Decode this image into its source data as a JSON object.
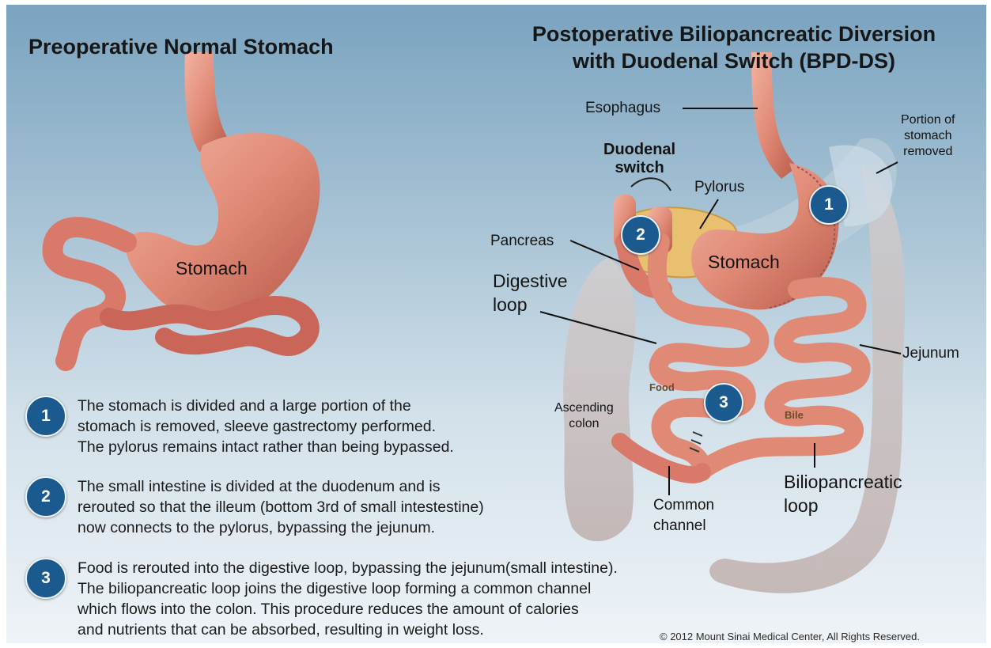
{
  "titles": {
    "left": "Preoperative Normal Stomach",
    "right_line1": "Postoperative Biliopancreatic Diversion",
    "right_line2": "with Duodenal Switch (BPD-DS)"
  },
  "labels": {
    "stomach_left": "Stomach",
    "esophagus": "Esophagus",
    "portion_removed": [
      "Portion of",
      "stomach",
      "removed"
    ],
    "duodenal_switch": [
      "Duodenal",
      "switch"
    ],
    "pylorus": "Pylorus",
    "pancreas": "Pancreas",
    "stomach_right": "Stomach",
    "digestive_loop": [
      "Digestive",
      "loop"
    ],
    "jejunum": "Jejunum",
    "food": "Food",
    "bile": "Bile",
    "ascending_colon": [
      "Ascending",
      "colon"
    ],
    "biliopancreatic_loop": [
      "Biliopancreatic",
      "loop"
    ],
    "common_channel": [
      "Common",
      "channel"
    ]
  },
  "badges": {
    "one": "1",
    "two": "2",
    "three": "3"
  },
  "steps": [
    {
      "number": "1",
      "lines": [
        "The stomach is divided and a large portion of the",
        "stomach is removed, sleeve gastrectomy performed.",
        "The pylorus remains intact rather than being bypassed."
      ]
    },
    {
      "number": "2",
      "lines": [
        "The small intestine is divided at the duodenum and is",
        "rerouted so that the illeum (bottom 3rd of small intestestine)",
        "now connects to the pylorus, bypassing the jejunum."
      ]
    },
    {
      "number": "3",
      "lines": [
        "Food is rerouted into the digestive loop, bypassing the jejunum(small intestine).",
        "The biliopancreatic loop joins the digestive loop forming a common channel",
        "which flows into the colon. This procedure reduces the amount of calories",
        "and nutrients that can be absorbed, resulting in weight loss."
      ]
    }
  ],
  "copyright": "© 2012 Mount Sinai Medical Center, All Rights Reserved.",
  "colors": {
    "badge": "#1b5a8e",
    "organ": "#e08a76",
    "organ_dark": "#b95a4a",
    "pancreas": "#e8c070",
    "colon": "#c9b8b5"
  }
}
